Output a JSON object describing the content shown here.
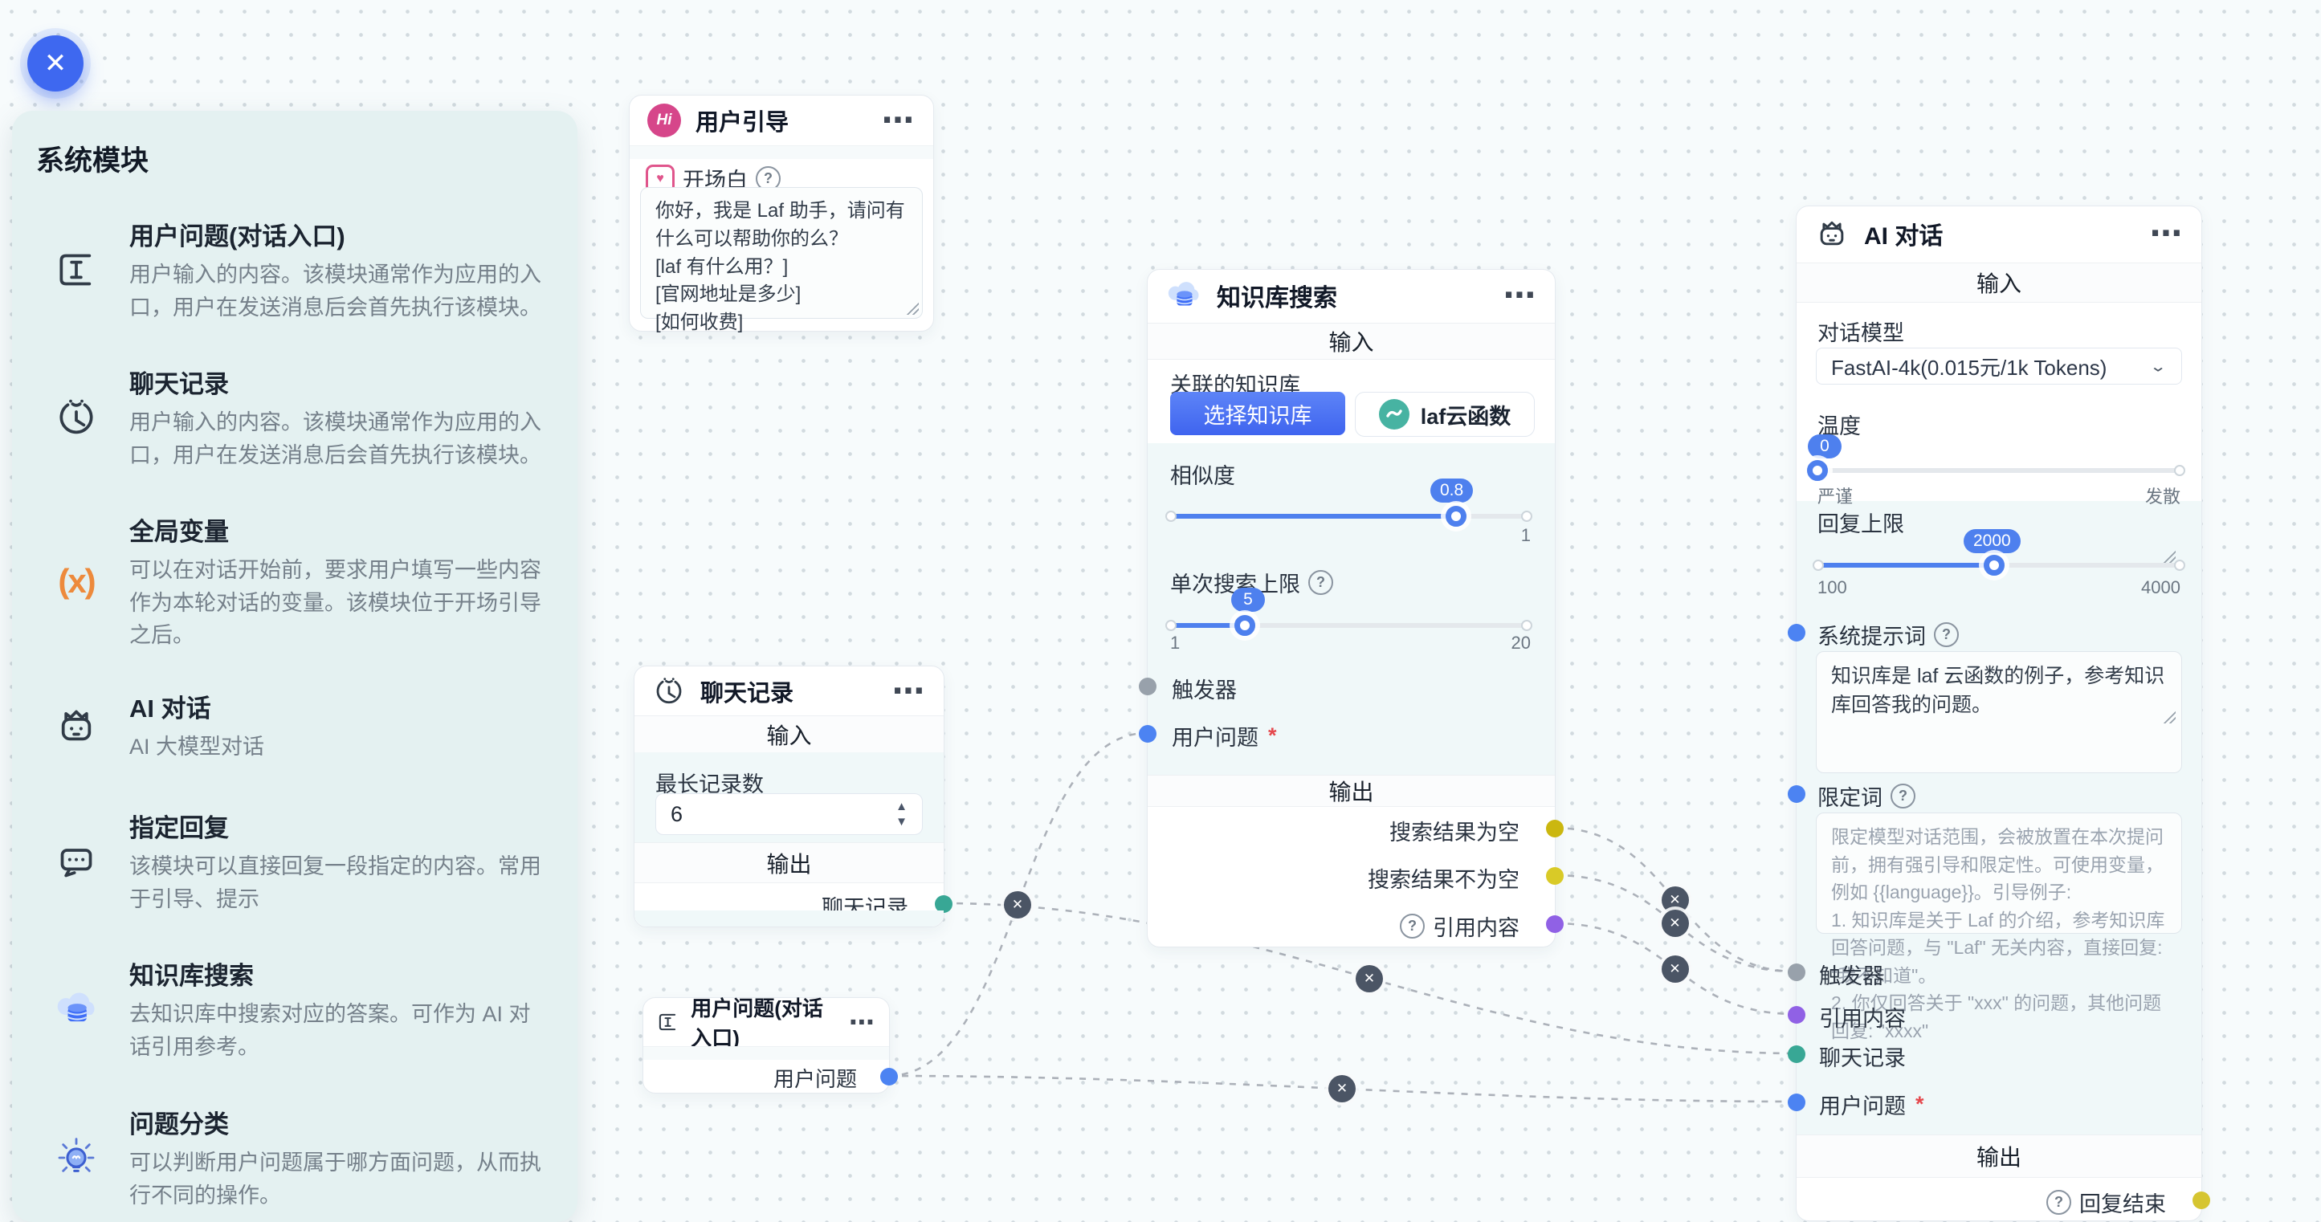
{
  "icons": {
    "menu": "⋯",
    "help": "?",
    "close": "✕",
    "variable": "(x)",
    "hi": "Hi",
    "up": "▲",
    "down": "▼",
    "heart": "♥",
    "chevron": "⌄"
  },
  "sidebar": {
    "title": "系统模块",
    "items": [
      {
        "icon": "text-cursor-icon",
        "title": "用户问题(对话入口)",
        "desc": "用户输入的内容。该模块通常作为应用的入口，用户在发送消息后会首先执行该模块。"
      },
      {
        "icon": "clock-icon",
        "title": "聊天记录",
        "desc": "用户输入的内容。该模块通常作为应用的入口，用户在发送消息后会首先执行该模块。"
      },
      {
        "icon": "variable-icon",
        "title": "全局变量",
        "desc": "可以在对话开始前，要求用户填写一些内容作为本轮对话的变量。该模块位于开场引导之后。"
      },
      {
        "icon": "robot-icon",
        "title": "AI 对话",
        "desc": "AI 大模型对话"
      },
      {
        "icon": "reply-bubble-icon",
        "title": "指定回复",
        "desc": "该模块可以直接回复一段指定的内容。常用于引导、提示"
      },
      {
        "icon": "kb-search-icon",
        "title": "知识库搜索",
        "desc": "去知识库中搜索对应的答案。可作为 AI 对话引用参考。"
      },
      {
        "icon": "classify-icon",
        "title": "问题分类",
        "desc": "可以判断用户问题属于哪方面问题，从而执行不同的操作。"
      }
    ]
  },
  "nodes": {
    "guide": {
      "title": "用户引导",
      "field_label": "开场白",
      "opening_text": "你好，我是 Laf 助手，请问有什么可以帮助你的么？\n[laf 有什么用？]\n[官网地址是多少]\n[如何收费]"
    },
    "kb": {
      "title": "知识库搜索",
      "input_section": "输入",
      "output_section": "输出",
      "dataset_label": "关联的知识库",
      "select_button": "选择知识库",
      "dataset_tag": "laf云函数",
      "similarity_label": "相似度",
      "similarity_value": "0.8",
      "similarity_max_label": "1",
      "search_limit_label": "单次搜索上限",
      "search_limit_value": "5",
      "search_limit_min_label": "1",
      "search_limit_max_label": "20",
      "trigger_label": "触发器",
      "user_question_label": "用户问题",
      "required_mark": "*",
      "output_empty_label": "搜索结果为空",
      "output_not_empty_label": "搜索结果不为空",
      "output_quote_label": "引用内容"
    },
    "history": {
      "title": "聊天记录",
      "input_section": "输入",
      "output_section": "输出",
      "max_records_label": "最长记录数",
      "max_records_value": "6",
      "output_label": "聊天记录"
    },
    "entry": {
      "title": "用户问题(对话入口)",
      "output_label": "用户问题",
      "required_mark": "*"
    },
    "ai": {
      "title": "AI 对话",
      "input_section": "输入",
      "output_section": "输出",
      "model_label": "对话模型",
      "model_value": "FastAI-4k(0.015元/1k Tokens)",
      "temperature_label": "温度",
      "temperature_value": "0",
      "temperature_min_label": "严谨",
      "temperature_max_label": "发散",
      "reply_limit_label": "回复上限",
      "reply_limit_value": "2000",
      "reply_limit_min_label": "100",
      "reply_limit_max_label": "4000",
      "system_prompt_label": "系统提示词",
      "system_prompt_value": "知识库是 laf 云函数的例子，参考知识库回答我的问题。",
      "limit_word_label": "限定词",
      "limit_word_placeholder": "限定模型对话范围，会被放置在本次提问前，拥有强引导和限定性。可使用变量，例如 {{language}}。引导例子:\n1. 知识库是关于 Laf 的介绍，参考知识库回答问题，与 \"Laf\" 无关内容，直接回复: \"我不知道\"。\n2. 你仅回答关于 \"xxx\" 的问题，其他问题回复: \"xxxx\"",
      "trigger_label": "触发器",
      "quote_label": "引用内容",
      "history_label": "聊天记录",
      "user_question_label": "用户问题",
      "required_mark": "*",
      "finish_label": "回复结束"
    }
  },
  "edges": [
    {
      "from": "用户问题(对话入口) / 用户问题",
      "to": "知识库搜索 / 用户问题"
    },
    {
      "from": "聊天记录 / 聊天记录",
      "to": "AI 对话 / 聊天记录"
    },
    {
      "from": "用户问题(对话入口) / 用户问题",
      "to": "AI 对话 / 用户问题"
    },
    {
      "from": "知识库搜索 / 搜索结果为空",
      "to": "AI 对话 / 触发器"
    },
    {
      "from": "知识库搜索 / 搜索结果不为空",
      "to": "AI 对话 / 触发器"
    },
    {
      "from": "知识库搜索 / 引用内容",
      "to": "AI 对话 / 引用内容"
    }
  ],
  "colors": {
    "accent": "#4e80ee",
    "handle_blue": "#4c83f2",
    "handle_teal": "#38a795",
    "handle_gray": "#98a1ab",
    "handle_yellow_dark": "#cbb70f",
    "handle_yellow": "#d6c531",
    "handle_purple": "#9061e5",
    "sidebar_bg": "#e4f1f1",
    "canvas_bg": "#f7fbfc",
    "close_btn": "#3e68f0",
    "avatar_pink": "#d6468a",
    "laf_green": "#47b3a2"
  }
}
